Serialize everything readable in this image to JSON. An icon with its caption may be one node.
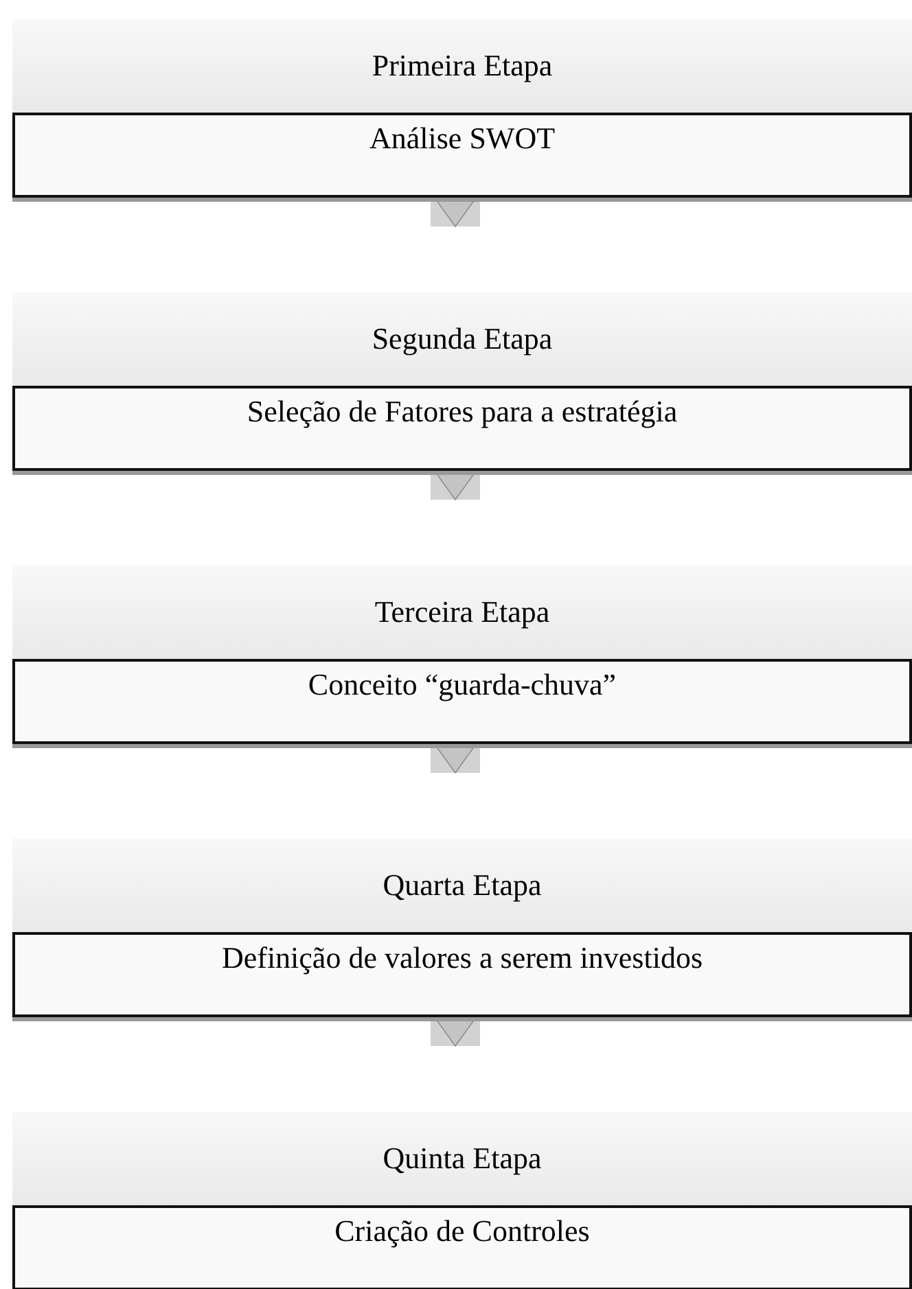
{
  "diagram": {
    "nodes": [
      {
        "text": [
          "Primeira Etapa"
        ]
      },
      {
        "text": [
          "Análise SWOT"
        ]
      },
      {
        "text": [
          "Segunda Etapa"
        ]
      },
      {
        "text": [
          "Seleção de Fatores para a estratégia"
        ]
      },
      {
        "text": [
          "Terceira Etapa"
        ]
      },
      {
        "text": [
          "Conceito “guarda-chuva”"
        ]
      },
      {
        "text": [
          "Quarta Etapa"
        ]
      },
      {
        "text": [
          "Definição de valores a serem investidos"
        ]
      },
      {
        "text": [
          "Quinta Etapa"
        ]
      },
      {
        "text": [
          "Criação de Controles"
        ]
      }
    ],
    "edges": [
      {
        "from": 1,
        "to": 2,
        "arrow": "to"
      },
      {
        "from": 3,
        "to": 4,
        "arrow": "to"
      },
      {
        "from": 5,
        "to": 6,
        "arrow": "to"
      },
      {
        "from": 7,
        "to": 8,
        "arrow": "to"
      }
    ]
  }
}
